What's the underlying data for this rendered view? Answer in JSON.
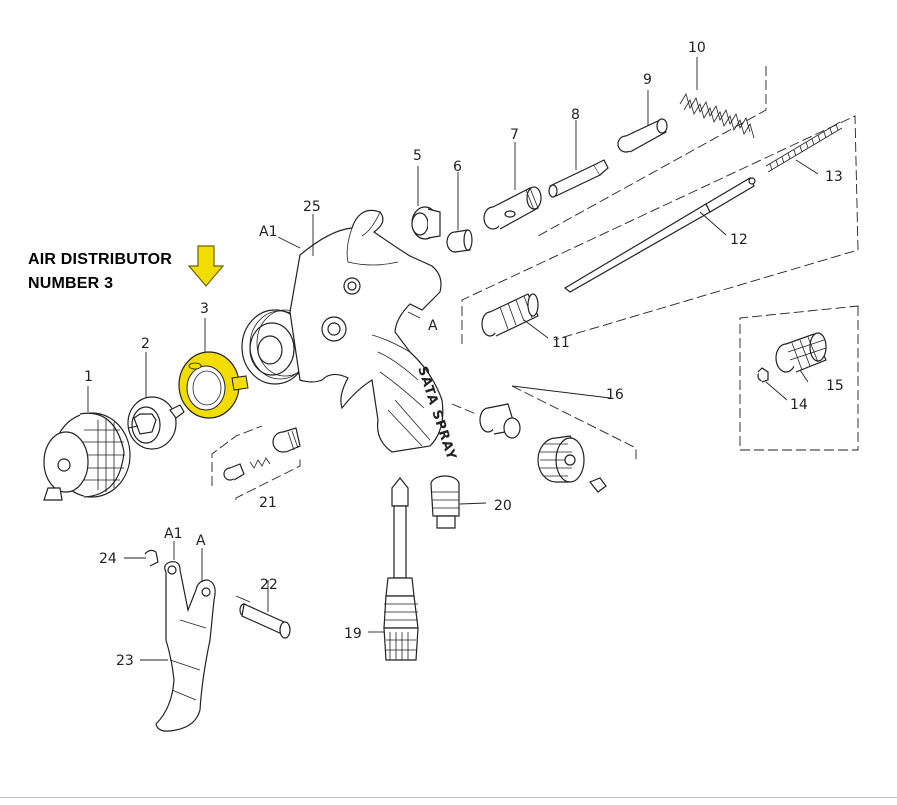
{
  "annotation": {
    "line1": "AIR DISTRIBUTOR",
    "line2": "NUMBER 3",
    "highlight_color": "#f3dc00",
    "arrow_icon": "arrow-down-icon"
  },
  "part_numbers": {
    "p1": "1",
    "p2": "2",
    "p3": "3",
    "p5": "5",
    "p6": "6",
    "p7": "7",
    "p8": "8",
    "p9": "9",
    "p10": "10",
    "p11": "11",
    "p12": "12",
    "p13": "13",
    "p14": "14",
    "p15": "15",
    "p16": "16",
    "p19": "19",
    "p20": "20",
    "p21": "21",
    "p22": "22",
    "p23": "23",
    "p24": "24",
    "p25": "25"
  },
  "reference_marks": {
    "a1_top": "A1",
    "a_top": "A",
    "a1_trigger": "A1",
    "a_trigger": "A"
  },
  "gun_body_text": "SATA SPRAY"
}
